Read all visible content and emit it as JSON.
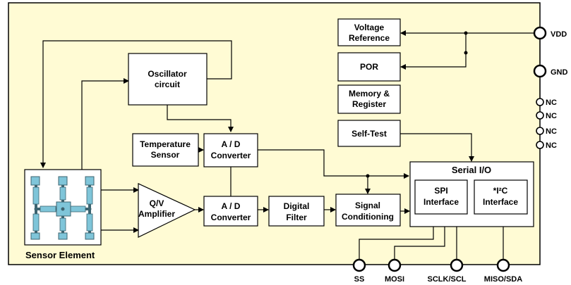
{
  "diagram": {
    "colors": {
      "chip_background": "#fffbd4",
      "sensor_cell": "#7fc5d9",
      "sensor_beam": "#3d6470",
      "line": "#000000"
    },
    "blocks": {
      "voltage_reference": [
        "Voltage",
        "Reference"
      ],
      "por": [
        "POR"
      ],
      "memory_register": [
        "Memory &",
        "Register"
      ],
      "self_test": [
        "Self-Test"
      ],
      "oscillator": [
        "Oscillator",
        "circuit"
      ],
      "temperature_sensor": [
        "Temperature",
        "Sensor"
      ],
      "ad_converter_top": [
        "A / D",
        "Converter"
      ],
      "ad_converter_bottom": [
        "A / D",
        "Converter"
      ],
      "qv_amplifier": [
        "Q/V",
        "Amplifier"
      ],
      "digital_filter": [
        "Digital",
        "Filter"
      ],
      "signal_conditioning": [
        "Signal",
        "Conditioning"
      ],
      "serial_io": "Serial I/O",
      "spi_interface": [
        "SPI",
        "Interface"
      ],
      "i2c_interface": [
        "*I²C",
        "Interface"
      ],
      "sensor_element": "Sensor Element"
    },
    "pins": {
      "vdd": "VDD",
      "gnd": "GND",
      "nc": [
        "NC",
        "NC",
        "NC",
        "NC"
      ],
      "ss": "SS",
      "mosi": "MOSI",
      "sclk_scl": "SCLK/SCL",
      "miso_sda": "MISO/SDA"
    }
  }
}
